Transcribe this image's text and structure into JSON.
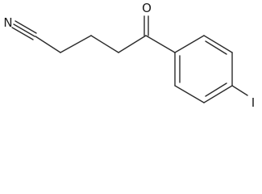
{
  "molecule": {
    "atoms": {
      "nitrogen": "N",
      "oxygen": "O",
      "iodine": "I"
    },
    "colors": {
      "bond": "#2b2b2b",
      "label": "#1a1a1a",
      "background": "#ffffff"
    }
  }
}
